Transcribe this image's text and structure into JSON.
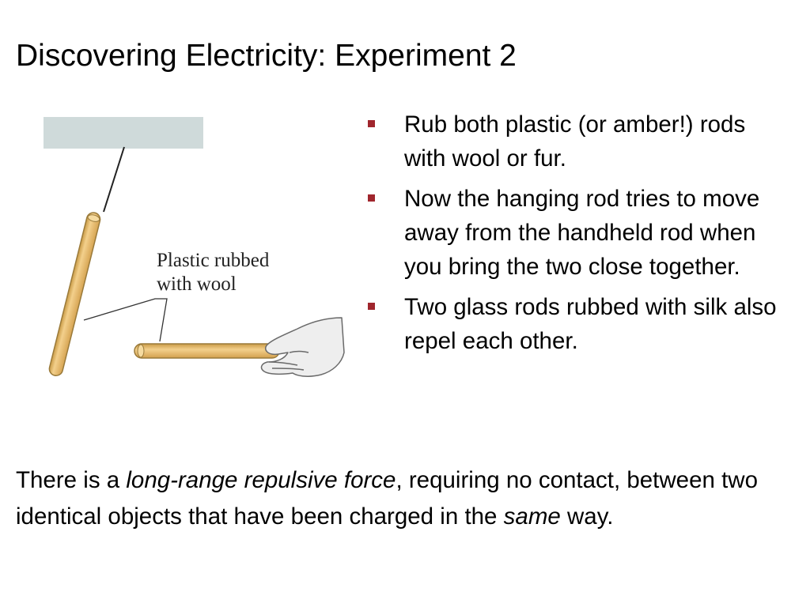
{
  "slide": {
    "title": "Discovering Electricity: Experiment 2"
  },
  "figure": {
    "label_line1": "Plastic rubbed",
    "label_line2": "with wool",
    "colors": {
      "ceiling": "#cfdada",
      "rod_fill": "#e3b563",
      "rod_outline": "#9a7a3a",
      "hand_fill": "#eeeeee",
      "hand_outline": "#6a6a6a"
    }
  },
  "bullets": [
    "Rub both plastic (or amber!) rods with wool or fur.",
    "Now the hanging rod tries to move away from the handheld rod when you bring the two close together.",
    "Two glass rods rubbed with silk also repel each other."
  ],
  "bullet_color": "#a0262d",
  "conclusion": {
    "part1": "There is a ",
    "emphasis1": "long-range repulsive force",
    "part2": ", requiring no contact, between two identical objects that have been charged in the ",
    "emphasis2": "same",
    "part3": " way."
  }
}
